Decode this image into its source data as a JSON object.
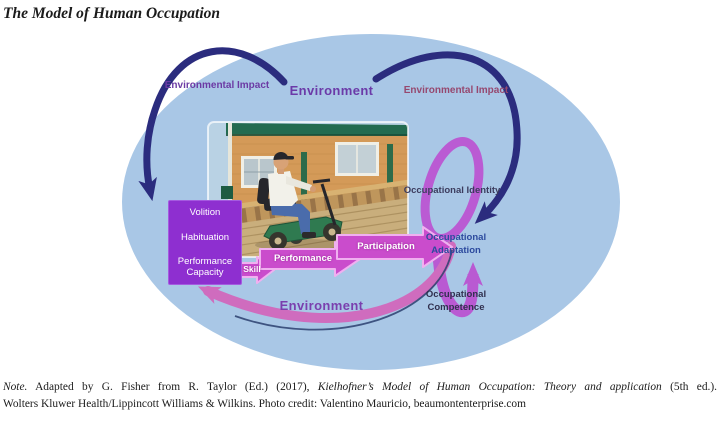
{
  "header": {
    "title": "The Model of Human Occupation"
  },
  "diagram": {
    "environment_top": "Environment",
    "environment_bottom": "Environment",
    "environmental_impact_left": "Environmental Impact",
    "environmental_impact_right": "Environmental Impact",
    "person_components": [
      "Volition",
      "Habituation",
      "Performance Capacity"
    ],
    "doing_levels": [
      "Skill",
      "Performance",
      "Participation"
    ],
    "outcomes": [
      "Occupational Identity",
      "Occupational Adaptation",
      "Occupational Competence"
    ],
    "photo_alt": "Man wearing a cap riding a green mobility scooter on a wooden deck in front of a manufactured home",
    "colors": {
      "ellipse_fill": "#a9c7e6",
      "environment_arc": "#2b2c7e",
      "component_box": "#8e2fd0",
      "process_arrow": "#ca4ccc",
      "feedback_arc": "#cf6cbe",
      "ribbon": "#bb4fd0"
    }
  },
  "note": {
    "label": "Note.",
    "pre": "Adapted by G. Fisher from R. Taylor (Ed.) (2017),",
    "citation_title": "Kielhofner’s Model of Human Occupation: Theory and application",
    "post": "(5th ed.).",
    "line2": "Wolters Kluwer Health/Lippincott Williams & Wilkins. Photo credit: Valentino Mauricio, beaumontenterprise.com"
  }
}
